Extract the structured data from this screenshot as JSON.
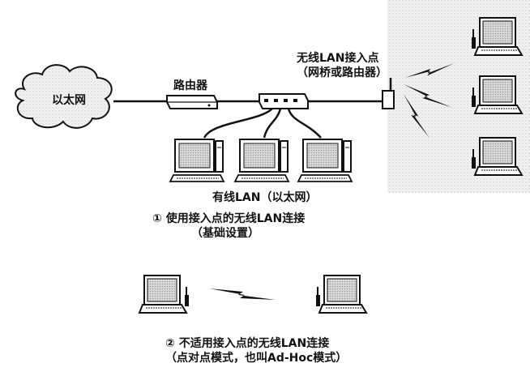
{
  "labels": {
    "internet": "以太网",
    "router": "路由器",
    "access_point_line1": "无线LAN接入点",
    "access_point_line2": "（网桥或路由器）",
    "wired_lan": "有线LAN（以太网）",
    "caption1_line1": "① 使用接入点的无线LAN连接",
    "caption1_line2": "（基础设置）",
    "caption2_line1": "② 不适用接入点的无线LAN连接",
    "caption2_line2": "（点对点模式，也叫Ad-Hoc模式）"
  },
  "icons": {
    "cloud": "cloud-icon",
    "router": "router-icon",
    "hub": "hub-icon",
    "access_point": "access-point-icon",
    "desktop": "desktop-computer-icon",
    "laptop": "laptop-icon",
    "wireless": "wireless-signal-icon"
  },
  "colors": {
    "line": "#111111",
    "screen": "#bfbfbf",
    "shade": "#e9e9e9"
  }
}
